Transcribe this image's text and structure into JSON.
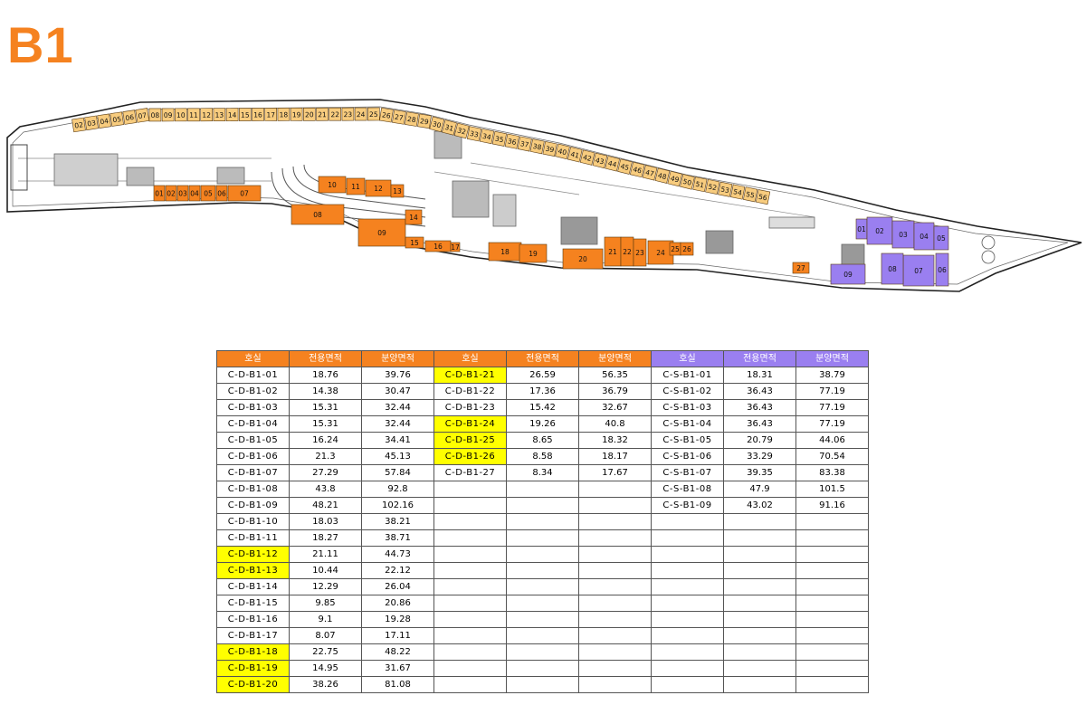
{
  "page_title": "B1",
  "colors": {
    "accent": "#f58220",
    "header_orange": "#f58220",
    "header_purple": "#9a7ff0",
    "highlight": "#ffff00",
    "unit_light": "#f8cc7e",
    "unit_orange": "#f5821f",
    "unit_purple": "#9a7ff0"
  },
  "floor_plan": {
    "top_row_labels": [
      "02",
      "03",
      "04",
      "05",
      "06",
      "07",
      "08",
      "09",
      "10",
      "11",
      "12",
      "13",
      "14",
      "15",
      "16",
      "17",
      "18",
      "19",
      "20",
      "21",
      "22",
      "23",
      "24",
      "25",
      "26",
      "27",
      "28",
      "29",
      "30",
      "31",
      "32",
      "33",
      "34",
      "35",
      "36",
      "37",
      "38",
      "39",
      "40",
      "41",
      "42",
      "43",
      "44",
      "45",
      "46",
      "47",
      "48",
      "49",
      "50",
      "51",
      "52",
      "53",
      "54",
      "55",
      "56"
    ],
    "d_unit_labels": [
      "01",
      "02",
      "03",
      "04",
      "05",
      "06",
      "07",
      "08",
      "09",
      "10",
      "11",
      "12",
      "13",
      "14",
      "15",
      "16",
      "17",
      "18",
      "19",
      "20",
      "21",
      "22",
      "23",
      "24",
      "25",
      "26",
      "27"
    ],
    "s_unit_labels": [
      "01",
      "02",
      "03",
      "04",
      "05",
      "06",
      "07",
      "08",
      "09"
    ]
  },
  "table": {
    "headers": [
      "호실",
      "전용면적",
      "분양면적",
      "호실",
      "전용면적",
      "분양면적",
      "호실",
      "전용면적",
      "분양면적"
    ],
    "rows": [
      [
        {
          "t": "C-D-B1-01"
        },
        {
          "t": "18.76"
        },
        {
          "t": "39.76"
        },
        {
          "t": "C-D-B1-21",
          "hl": true
        },
        {
          "t": "26.59"
        },
        {
          "t": "56.35"
        },
        {
          "t": "C-S-B1-01"
        },
        {
          "t": "18.31"
        },
        {
          "t": "38.79"
        }
      ],
      [
        {
          "t": "C-D-B1-02"
        },
        {
          "t": "14.38"
        },
        {
          "t": "30.47"
        },
        {
          "t": "C-D-B1-22"
        },
        {
          "t": "17.36"
        },
        {
          "t": "36.79"
        },
        {
          "t": "C-S-B1-02"
        },
        {
          "t": "36.43"
        },
        {
          "t": "77.19"
        }
      ],
      [
        {
          "t": "C-D-B1-03"
        },
        {
          "t": "15.31"
        },
        {
          "t": "32.44"
        },
        {
          "t": "C-D-B1-23"
        },
        {
          "t": "15.42"
        },
        {
          "t": "32.67"
        },
        {
          "t": "C-S-B1-03"
        },
        {
          "t": "36.43"
        },
        {
          "t": "77.19"
        }
      ],
      [
        {
          "t": "C-D-B1-04"
        },
        {
          "t": "15.31"
        },
        {
          "t": "32.44"
        },
        {
          "t": "C-D-B1-24",
          "hl": true
        },
        {
          "t": "19.26"
        },
        {
          "t": "40.8"
        },
        {
          "t": "C-S-B1-04"
        },
        {
          "t": "36.43"
        },
        {
          "t": "77.19"
        }
      ],
      [
        {
          "t": "C-D-B1-05"
        },
        {
          "t": "16.24"
        },
        {
          "t": "34.41"
        },
        {
          "t": "C-D-B1-25",
          "hl": true
        },
        {
          "t": "8.65"
        },
        {
          "t": "18.32"
        },
        {
          "t": "C-S-B1-05"
        },
        {
          "t": "20.79"
        },
        {
          "t": "44.06"
        }
      ],
      [
        {
          "t": "C-D-B1-06"
        },
        {
          "t": "21.3"
        },
        {
          "t": "45.13"
        },
        {
          "t": "C-D-B1-26",
          "hl": true
        },
        {
          "t": "8.58"
        },
        {
          "t": "18.17"
        },
        {
          "t": "C-S-B1-06"
        },
        {
          "t": "33.29"
        },
        {
          "t": "70.54"
        }
      ],
      [
        {
          "t": "C-D-B1-07"
        },
        {
          "t": "27.29"
        },
        {
          "t": "57.84"
        },
        {
          "t": "C-D-B1-27"
        },
        {
          "t": "8.34"
        },
        {
          "t": "17.67"
        },
        {
          "t": "C-S-B1-07"
        },
        {
          "t": "39.35"
        },
        {
          "t": "83.38"
        }
      ],
      [
        {
          "t": "C-D-B1-08"
        },
        {
          "t": "43.8"
        },
        {
          "t": "92.8"
        },
        {
          "t": ""
        },
        {
          "t": ""
        },
        {
          "t": ""
        },
        {
          "t": "C-S-B1-08"
        },
        {
          "t": "47.9"
        },
        {
          "t": "101.5"
        }
      ],
      [
        {
          "t": "C-D-B1-09"
        },
        {
          "t": "48.21"
        },
        {
          "t": "102.16"
        },
        {
          "t": ""
        },
        {
          "t": ""
        },
        {
          "t": ""
        },
        {
          "t": "C-S-B1-09"
        },
        {
          "t": "43.02"
        },
        {
          "t": "91.16"
        }
      ],
      [
        {
          "t": "C-D-B1-10"
        },
        {
          "t": "18.03"
        },
        {
          "t": "38.21"
        },
        {
          "t": ""
        },
        {
          "t": ""
        },
        {
          "t": ""
        },
        {
          "t": ""
        },
        {
          "t": ""
        },
        {
          "t": ""
        }
      ],
      [
        {
          "t": "C-D-B1-11"
        },
        {
          "t": "18.27"
        },
        {
          "t": "38.71"
        },
        {
          "t": ""
        },
        {
          "t": ""
        },
        {
          "t": ""
        },
        {
          "t": ""
        },
        {
          "t": ""
        },
        {
          "t": ""
        }
      ],
      [
        {
          "t": "C-D-B1-12",
          "hl": true
        },
        {
          "t": "21.11"
        },
        {
          "t": "44.73"
        },
        {
          "t": ""
        },
        {
          "t": ""
        },
        {
          "t": ""
        },
        {
          "t": ""
        },
        {
          "t": ""
        },
        {
          "t": ""
        }
      ],
      [
        {
          "t": "C-D-B1-13",
          "hl": true
        },
        {
          "t": "10.44"
        },
        {
          "t": "22.12"
        },
        {
          "t": ""
        },
        {
          "t": ""
        },
        {
          "t": ""
        },
        {
          "t": ""
        },
        {
          "t": ""
        },
        {
          "t": ""
        }
      ],
      [
        {
          "t": "C-D-B1-14"
        },
        {
          "t": "12.29"
        },
        {
          "t": "26.04"
        },
        {
          "t": ""
        },
        {
          "t": ""
        },
        {
          "t": ""
        },
        {
          "t": ""
        },
        {
          "t": ""
        },
        {
          "t": ""
        }
      ],
      [
        {
          "t": "C-D-B1-15"
        },
        {
          "t": "9.85"
        },
        {
          "t": "20.86"
        },
        {
          "t": ""
        },
        {
          "t": ""
        },
        {
          "t": ""
        },
        {
          "t": ""
        },
        {
          "t": ""
        },
        {
          "t": ""
        }
      ],
      [
        {
          "t": "C-D-B1-16"
        },
        {
          "t": "9.1"
        },
        {
          "t": "19.28"
        },
        {
          "t": ""
        },
        {
          "t": ""
        },
        {
          "t": ""
        },
        {
          "t": ""
        },
        {
          "t": ""
        },
        {
          "t": ""
        }
      ],
      [
        {
          "t": "C-D-B1-17"
        },
        {
          "t": "8.07"
        },
        {
          "t": "17.11"
        },
        {
          "t": ""
        },
        {
          "t": ""
        },
        {
          "t": ""
        },
        {
          "t": ""
        },
        {
          "t": ""
        },
        {
          "t": ""
        }
      ],
      [
        {
          "t": "C-D-B1-18",
          "hl": true
        },
        {
          "t": "22.75"
        },
        {
          "t": "48.22"
        },
        {
          "t": ""
        },
        {
          "t": ""
        },
        {
          "t": ""
        },
        {
          "t": ""
        },
        {
          "t": ""
        },
        {
          "t": ""
        }
      ],
      [
        {
          "t": "C-D-B1-19",
          "hl": true
        },
        {
          "t": "14.95"
        },
        {
          "t": "31.67"
        },
        {
          "t": ""
        },
        {
          "t": ""
        },
        {
          "t": ""
        },
        {
          "t": ""
        },
        {
          "t": ""
        },
        {
          "t": ""
        }
      ],
      [
        {
          "t": "C-D-B1-20",
          "hl": true
        },
        {
          "t": "38.26"
        },
        {
          "t": "81.08"
        },
        {
          "t": ""
        },
        {
          "t": ""
        },
        {
          "t": ""
        },
        {
          "t": ""
        },
        {
          "t": ""
        },
        {
          "t": ""
        }
      ]
    ]
  }
}
